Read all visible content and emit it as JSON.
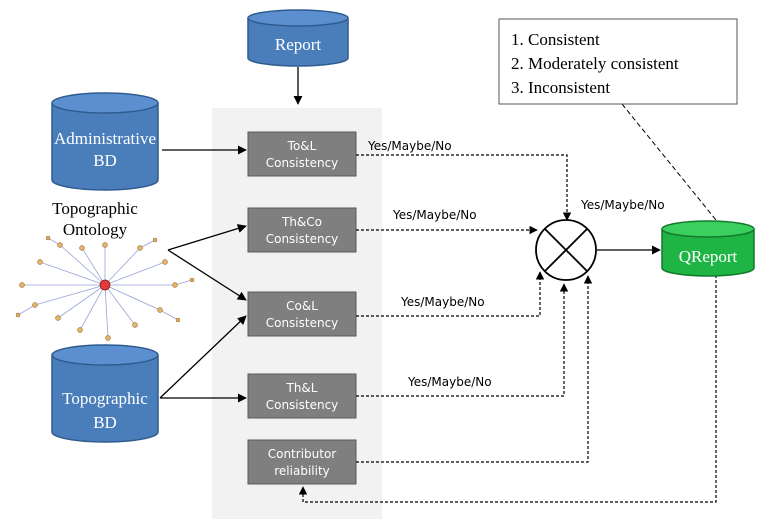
{
  "cylinders": {
    "report": "Report",
    "admin_line1": "Administrative",
    "admin_line2": "BD",
    "topo_line1": "Topographic",
    "topo_line2": "BD",
    "qreport": "QReport"
  },
  "ontology": {
    "line1": "Topographic",
    "line2": "Ontology"
  },
  "boxes": {
    "tol_line1": "To&L",
    "tol_line2": "Consistency",
    "thco_line1": "Th&Co",
    "thco_line2": "Consistency",
    "col_line1": "Co&L",
    "col_line2": "Consistency",
    "thl_line1": "Th&L",
    "thl_line2": "Consistency",
    "contrib_line1": "Contributor",
    "contrib_line2": "reliability"
  },
  "edge_labels": {
    "e1": "Yes/Maybe/No",
    "e2": "Yes/Maybe/No",
    "e3": "Yes/Maybe/No",
    "e4": "Yes/Maybe/No",
    "e5": "Yes/Maybe/No"
  },
  "legend": {
    "item1": "1. Consistent",
    "item2": "2. Moderately consistent",
    "item3": "3. Inconsistent"
  },
  "colors": {
    "blue_cylinder": "#4a7ebb",
    "green_cylinder": "#1fb544",
    "box_fill": "#7f7f7f",
    "panel_fill": "#f2f2f2"
  }
}
